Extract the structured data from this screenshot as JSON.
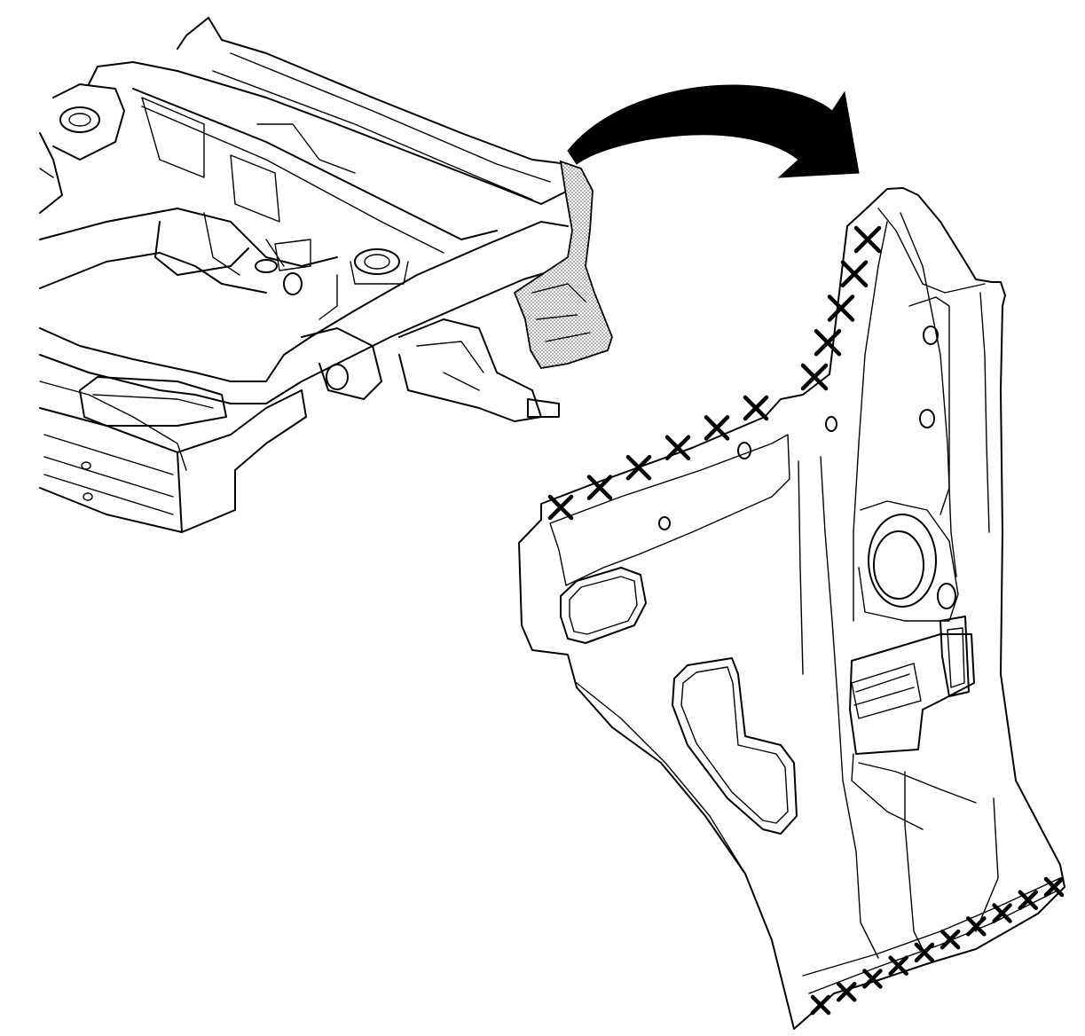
{
  "figure": {
    "type": "technical-illustration",
    "description_visible_text": "",
    "components": [
      {
        "id": "vehicle-front-structure",
        "icon": "vehicle-frame-illustration"
      },
      {
        "id": "removed-panel",
        "icon": "quarter-panel-illustration"
      },
      {
        "id": "direction-arrow",
        "icon": "curved-arrow-icon"
      }
    ],
    "weld_marks": {
      "symbol": "X",
      "groups": [
        {
          "name": "upper-pillar",
          "count": 5
        },
        {
          "name": "upper-flange",
          "count": 6
        },
        {
          "name": "lower-flange",
          "count": 10
        }
      ]
    },
    "colors": {
      "line": "#000000",
      "background": "#ffffff",
      "shading": "#9a9a9a"
    }
  }
}
